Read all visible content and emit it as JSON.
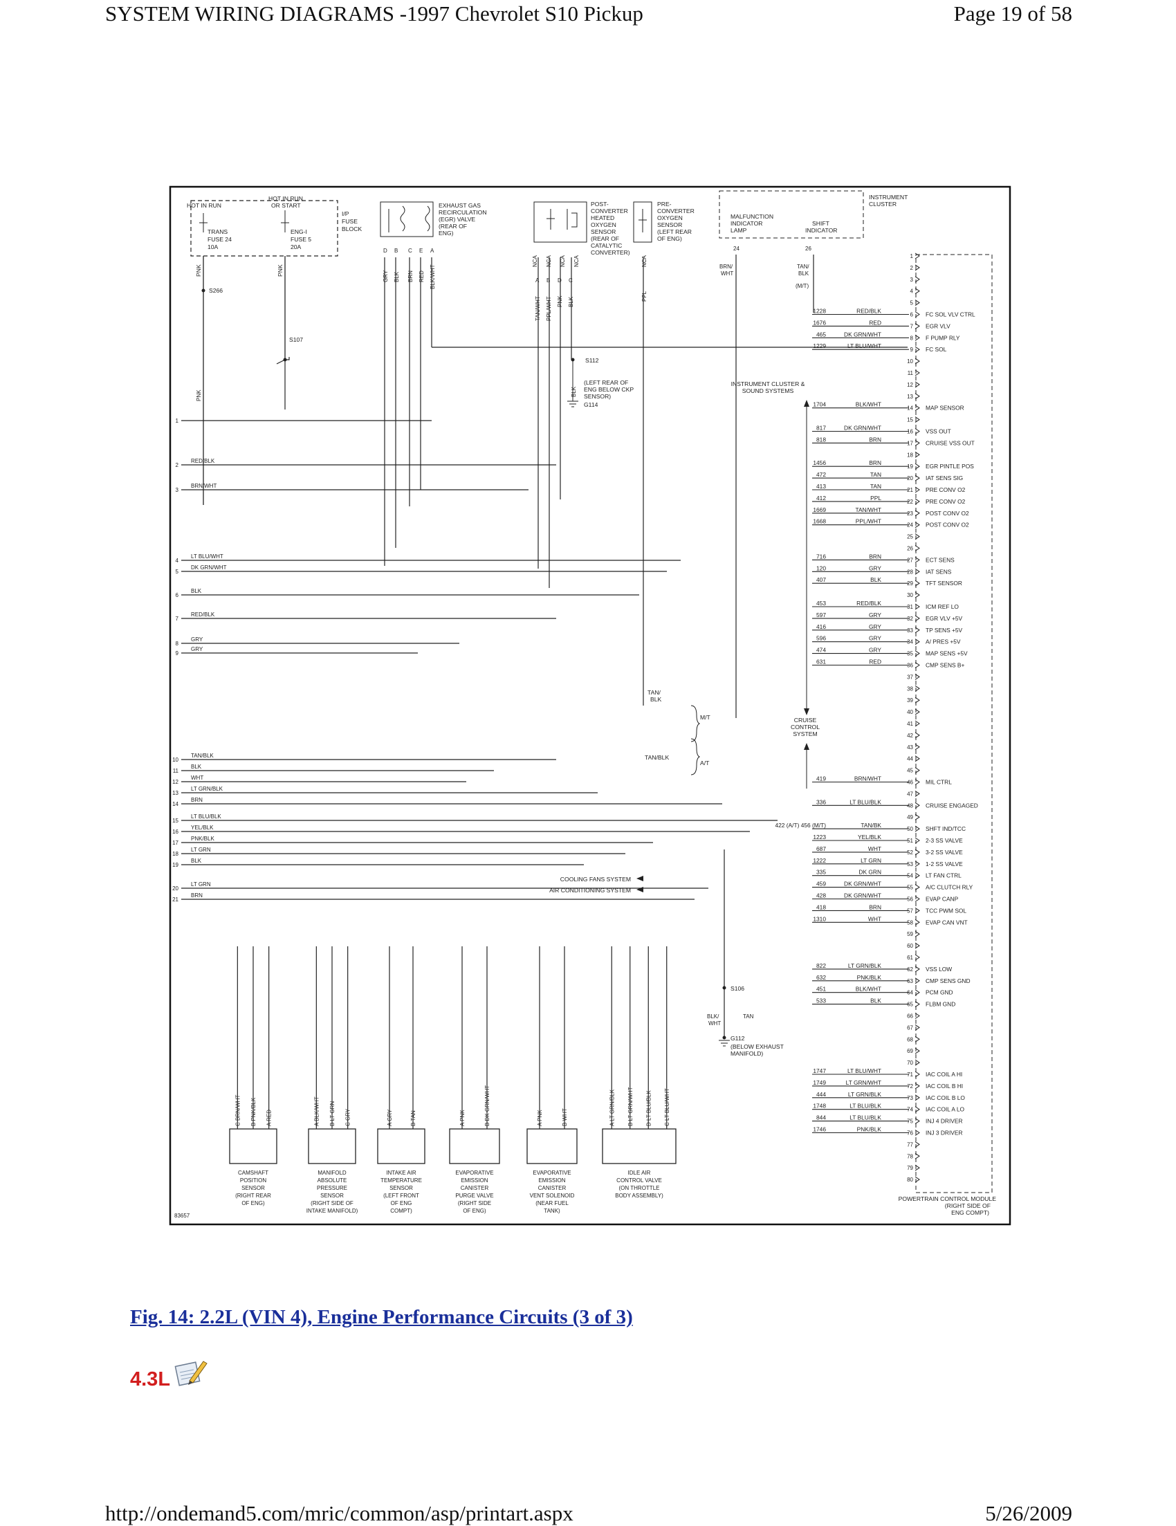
{
  "header": {
    "title": "SYSTEM WIRING DIAGRAMS -1997 Chevrolet S10 Pickup",
    "page": "Page 19 of 58"
  },
  "footer": {
    "url": "http://ondemand5.com/mric/common/asp/printart.aspx",
    "date": "5/26/2009"
  },
  "figure": {
    "caption": "Fig. 14: 2.2L (VIN 4), Engine Performance Circuits (3 of 3)",
    "next_section": "4.3L",
    "note_icon": "notepad-pencil-icon",
    "accent_caption": "#1a2f9a",
    "accent_section": "#d21e1e"
  },
  "diagram": {
    "id_code": "83657",
    "fuse_block": {
      "hot_run": "HOT IN RUN",
      "hot_run_start_1": "HOT IN RUN",
      "hot_run_start_2": "OR START",
      "fuse1_1": "TRANS",
      "fuse1_2": "FUSE 24",
      "fuse1_3": "10A",
      "fuse2_1": "ENG-I",
      "fuse2_2": "FUSE 5",
      "fuse2_3": "20A",
      "block_1": "I/P",
      "block_2": "FUSE",
      "block_3": "BLOCK",
      "wire1": "PNK",
      "wire2": "PNK",
      "splice1": "S266",
      "splice2": "S107"
    },
    "egr": {
      "l1": "EXHAUST GAS",
      "l2": "RECIRCULATION",
      "l3": "(EGR) VALVE",
      "l4": "(REAR OF",
      "l5": "ENG)",
      "pin_d": "D",
      "pin_b": "B",
      "pin_c": "C",
      "pin_e": "E",
      "pin_a": "A",
      "w_d": "GRY",
      "w_b": "BLK",
      "w_c": "BRN",
      "w_e": "RED",
      "w_a": "BLK/WHT"
    },
    "post_o2": {
      "l1": "POST-",
      "l2": "CONVERTER",
      "l3": "HEATED",
      "l4": "OXYGEN",
      "l5": "SENSOR",
      "l6": "(REAR OF",
      "l7": "CATALYTIC",
      "l8": "CONVERTER)",
      "pin_a": "A",
      "pin_b": "B",
      "pin_d": "D",
      "pin_c": "C",
      "nca": "NCA",
      "w_a": "TAN/WHT",
      "w_b": "PPL/WHT",
      "w_d": "PNK",
      "w_c": "BLK"
    },
    "pre_o2": {
      "l1": "PRE-",
      "l2": "CONVERTER",
      "l3": "OXYGEN",
      "l4": "SENSOR",
      "l5": "(LEFT REAR",
      "l6": "OF ENG)",
      "nca": "NCA",
      "w": "PPL"
    },
    "ground_g114": {
      "splice": "S112",
      "wire": "BLK",
      "l1": "(LEFT REAR OF",
      "l2": "ENG BELOW CKP",
      "l3": "SENSOR)",
      "ground": "G114"
    },
    "cluster": {
      "l1": "INSTRUMENT",
      "l2": "CLUSTER",
      "mil_1": "MALFUNCTION",
      "mil_2": "INDICATOR",
      "mil_3": "LAMP",
      "shift_1": "SHIFT",
      "shift_2": "INDICATOR",
      "pin24": "24",
      "pin26": "26",
      "w24_1": "BRN/",
      "w24_2": "WHT",
      "w26_1": "TAN/",
      "w26_2": "BLK",
      "w26_3": "(M/T)"
    },
    "inst_sound_1": "INSTRUMENT CLUSTER &",
    "inst_sound_2": "SOUND SYSTEMS",
    "cruise_1": "CRUISE",
    "cruise_2": "CONTROL",
    "cruise_3": "SYSTEM",
    "tan_blk_1": "TAN/",
    "tan_blk_2": "BLK",
    "mt": "M/T",
    "at": "A/T",
    "tan_blk_at": "TAN/BLK",
    "cooling_fans": "COOLING FANS SYSTEM",
    "air_cond": "AIR CONDITIONING SYSTEM",
    "s106": "S106",
    "g112_wire_1": "BLK/",
    "g112_wire_2": "WHT",
    "g112_tan": "TAN",
    "g112": "G112",
    "g112_loc_1": "(BELOW EXHAUST",
    "g112_loc_2": "MANIFOLD)",
    "pcm_1": "POWERTRAIN CONTROL MODULE",
    "pcm_2": "(RIGHT SIDE OF",
    "pcm_3": "ENG COMPT)",
    "left_wires": [
      {
        "num": "1",
        "color": "PNK"
      },
      {
        "num": "2",
        "color": "RED/BLK"
      },
      {
        "num": "3",
        "color": "BRN/WHT"
      },
      {
        "num": "4",
        "color": "LT BLU/WHT"
      },
      {
        "num": "5",
        "color": "DK GRN/WHT"
      },
      {
        "num": "6",
        "color": "BLK"
      },
      {
        "num": "7",
        "color": "RED/BLK"
      },
      {
        "num": "8",
        "color": "GRY"
      },
      {
        "num": "9",
        "color": "GRY"
      },
      {
        "num": "10",
        "color": "TAN/BLK"
      },
      {
        "num": "11",
        "color": "BLK"
      },
      {
        "num": "12",
        "color": "WHT"
      },
      {
        "num": "13",
        "color": "LT GRN/BLK"
      },
      {
        "num": "14",
        "color": "BRN"
      },
      {
        "num": "15",
        "color": "LT BLU/BLK"
      },
      {
        "num": "16",
        "color": "YEL/BLK"
      },
      {
        "num": "17",
        "color": "PNK/BLK"
      },
      {
        "num": "18",
        "color": "LT GRN"
      },
      {
        "num": "19",
        "color": "BLK"
      },
      {
        "num": "20",
        "color": "LT GRN"
      },
      {
        "num": "21",
        "color": "BRN"
      }
    ],
    "pcm_pins": [
      {
        "pin": "1",
        "circuit": "",
        "color": "",
        "function": ""
      },
      {
        "pin": "2",
        "circuit": "",
        "color": "",
        "function": ""
      },
      {
        "pin": "3",
        "circuit": "",
        "color": "",
        "function": ""
      },
      {
        "pin": "4",
        "circuit": "",
        "color": "",
        "function": ""
      },
      {
        "pin": "5",
        "circuit": "",
        "color": "",
        "function": ""
      },
      {
        "pin": "6",
        "circuit": "1228",
        "color": "RED/BLK",
        "function": "FC SOL VLV CTRL"
      },
      {
        "pin": "7",
        "circuit": "1676",
        "color": "RED",
        "function": "EGR VLV"
      },
      {
        "pin": "8",
        "circuit": "465",
        "color": "DK GRN/WHT",
        "function": "F PUMP RLY"
      },
      {
        "pin": "9",
        "circuit": "1229",
        "color": "LT BLU/WHT",
        "function": "FC SOL"
      },
      {
        "pin": "10",
        "circuit": "",
        "color": "",
        "function": ""
      },
      {
        "pin": "11",
        "circuit": "",
        "color": "",
        "function": ""
      },
      {
        "pin": "12",
        "circuit": "",
        "color": "",
        "function": ""
      },
      {
        "pin": "13",
        "circuit": "",
        "color": "",
        "function": ""
      },
      {
        "pin": "14",
        "circuit": "1704",
        "color": "BLK/WHT",
        "function": "MAP SENSOR"
      },
      {
        "pin": "15",
        "circuit": "",
        "color": "",
        "function": ""
      },
      {
        "pin": "16",
        "circuit": "817",
        "color": "DK GRN/WHT",
        "function": "VSS OUT"
      },
      {
        "pin": "17",
        "circuit": "818",
        "color": "BRN",
        "function": "CRUISE VSS OUT"
      },
      {
        "pin": "18",
        "circuit": "",
        "color": "",
        "function": ""
      },
      {
        "pin": "19",
        "circuit": "1456",
        "color": "BRN",
        "function": "EGR PINTLE POS"
      },
      {
        "pin": "20",
        "circuit": "472",
        "color": "TAN",
        "function": "IAT SENS SIG"
      },
      {
        "pin": "21",
        "circuit": "413",
        "color": "TAN",
        "function": "PRE CONV O2"
      },
      {
        "pin": "22",
        "circuit": "412",
        "color": "PPL",
        "function": "PRE CONV O2"
      },
      {
        "pin": "23",
        "circuit": "1669",
        "color": "TAN/WHT",
        "function": "POST CONV O2"
      },
      {
        "pin": "24",
        "circuit": "1668",
        "color": "PPL/WHT",
        "function": "POST CONV O2"
      },
      {
        "pin": "25",
        "circuit": "",
        "color": "",
        "function": ""
      },
      {
        "pin": "26",
        "circuit": "",
        "color": "",
        "function": ""
      },
      {
        "pin": "27",
        "circuit": "716",
        "color": "BRN",
        "function": "ECT SENS"
      },
      {
        "pin": "28",
        "circuit": "120",
        "color": "GRY",
        "function": "IAT SENS"
      },
      {
        "pin": "29",
        "circuit": "407",
        "color": "BLK",
        "function": "TFT SENSOR"
      },
      {
        "pin": "30",
        "circuit": "",
        "color": "",
        "function": ""
      },
      {
        "pin": "31",
        "circuit": "453",
        "color": "RED/BLK",
        "function": "ICM REF LO"
      },
      {
        "pin": "32",
        "circuit": "597",
        "color": "GRY",
        "function": "EGR VLV +5V"
      },
      {
        "pin": "33",
        "circuit": "416",
        "color": "GRY",
        "function": "TP SENS +5V"
      },
      {
        "pin": "34",
        "circuit": "596",
        "color": "GRY",
        "function": "A/ PRES +5V"
      },
      {
        "pin": "35",
        "circuit": "474",
        "color": "GRY",
        "function": "MAP SENS +5V"
      },
      {
        "pin": "36",
        "circuit": "631",
        "color": "RED",
        "function": "CMP SENS B+"
      },
      {
        "pin": "37",
        "circuit": "",
        "color": "",
        "function": ""
      },
      {
        "pin": "38",
        "circuit": "",
        "color": "",
        "function": ""
      },
      {
        "pin": "39",
        "circuit": "",
        "color": "",
        "function": ""
      },
      {
        "pin": "40",
        "circuit": "",
        "color": "",
        "function": ""
      },
      {
        "pin": "41",
        "circuit": "",
        "color": "",
        "function": ""
      },
      {
        "pin": "42",
        "circuit": "",
        "color": "",
        "function": ""
      },
      {
        "pin": "43",
        "circuit": "",
        "color": "",
        "function": ""
      },
      {
        "pin": "44",
        "circuit": "",
        "color": "",
        "function": ""
      },
      {
        "pin": "45",
        "circuit": "",
        "color": "",
        "function": ""
      },
      {
        "pin": "46",
        "circuit": "419",
        "color": "BRN/WHT",
        "function": "MIL CTRL"
      },
      {
        "pin": "47",
        "circuit": "",
        "color": "",
        "function": ""
      },
      {
        "pin": "48",
        "circuit": "336",
        "color": "LT BLU/BLK",
        "function": "CRUISE ENGAGED"
      },
      {
        "pin": "49",
        "circuit": "",
        "color": "",
        "function": ""
      },
      {
        "pin": "50",
        "circuit": "422 (A/T)   456 (M/T)",
        "color": "TAN/BK",
        "function": "SHFT IND/TCC"
      },
      {
        "pin": "51",
        "circuit": "1223",
        "color": "YEL/BLK",
        "function": "2-3 SS VALVE"
      },
      {
        "pin": "52",
        "circuit": "687",
        "color": "WHT",
        "function": "3-2 SS VALVE"
      },
      {
        "pin": "53",
        "circuit": "1222",
        "color": "LT GRN",
        "function": "1-2 SS VALVE"
      },
      {
        "pin": "54",
        "circuit": "335",
        "color": "DK GRN",
        "function": "LT FAN CTRL"
      },
      {
        "pin": "55",
        "circuit": "459",
        "color": "DK GRN/WHT",
        "function": "A/C CLUTCH RLY"
      },
      {
        "pin": "56",
        "circuit": "428",
        "color": "DK GRN/WHT",
        "function": "EVAP CANP"
      },
      {
        "pin": "57",
        "circuit": "418",
        "color": "BRN",
        "function": "TCC PWM SOL"
      },
      {
        "pin": "58",
        "circuit": "1310",
        "color": "WHT",
        "function": "EVAP CAN VNT"
      },
      {
        "pin": "59",
        "circuit": "",
        "color": "",
        "function": ""
      },
      {
        "pin": "60",
        "circuit": "",
        "color": "",
        "function": ""
      },
      {
        "pin": "61",
        "circuit": "",
        "color": "",
        "function": ""
      },
      {
        "pin": "62",
        "circuit": "822",
        "color": "LT GRN/BLK",
        "function": "VSS LOW"
      },
      {
        "pin": "63",
        "circuit": "632",
        "color": "PNK/BLK",
        "function": "CMP SENS GND"
      },
      {
        "pin": "64",
        "circuit": "451",
        "color": "BLK/WHT",
        "function": "PCM GND"
      },
      {
        "pin": "65",
        "circuit": "533",
        "color": "BLK",
        "function": "FLBM GND"
      },
      {
        "pin": "66",
        "circuit": "",
        "color": "",
        "function": ""
      },
      {
        "pin": "67",
        "circuit": "",
        "color": "",
        "function": ""
      },
      {
        "pin": "68",
        "circuit": "",
        "color": "",
        "function": ""
      },
      {
        "pin": "69",
        "circuit": "",
        "color": "",
        "function": ""
      },
      {
        "pin": "70",
        "circuit": "",
        "color": "",
        "function": ""
      },
      {
        "pin": "71",
        "circuit": "1747",
        "color": "LT BLU/WHT",
        "function": "IAC COIL A HI"
      },
      {
        "pin": "72",
        "circuit": "1749",
        "color": "LT GRN/WHT",
        "function": "IAC COIL B HI"
      },
      {
        "pin": "73",
        "circuit": "444",
        "color": "LT GRN/BLK",
        "function": "IAC COIL B LO"
      },
      {
        "pin": "74",
        "circuit": "1748",
        "color": "LT BLU/BLK",
        "function": "IAC COIL A LO"
      },
      {
        "pin": "75",
        "circuit": "844",
        "color": "LT BLU/BLK",
        "function": "INJ 4 DRIVER"
      },
      {
        "pin": "76",
        "circuit": "1746",
        "color": "PNK/BLK",
        "function": "INJ 3 DRIVER"
      },
      {
        "pin": "77",
        "circuit": "",
        "color": "",
        "function": ""
      },
      {
        "pin": "78",
        "circuit": "",
        "color": "",
        "function": ""
      },
      {
        "pin": "79",
        "circuit": "",
        "color": "",
        "function": ""
      },
      {
        "pin": "80",
        "circuit": "",
        "color": "",
        "function": ""
      }
    ],
    "components": [
      {
        "pins": [
          "C BRN/WHT",
          "B PNK/BLK",
          "A RED"
        ],
        "l1": "CAMSHAFT",
        "l2": "POSITION",
        "l3": "SENSOR",
        "l4": "(RIGHT REAR",
        "l5": "OF ENG)"
      },
      {
        "pins": [
          "A BLK/WHT",
          "B LT GRN",
          "C GRY"
        ],
        "l1": "MANIFOLD",
        "l2": "ABSOLUTE",
        "l3": "PRESSURE",
        "l4": "SENSOR",
        "l5": "(RIGHT SIDE OF",
        "l6": "INTAKE MANIFOLD)"
      },
      {
        "pins": [
          "A GRY",
          "B TAN"
        ],
        "l1": "INTAKE AIR",
        "l2": "TEMPERATURE",
        "l3": "SENSOR",
        "l4": "(LEFT FRONT",
        "l5": "OF ENG",
        "l6": "COMPT)"
      },
      {
        "pins": [
          "A PNK",
          "B DK GRN/WHT"
        ],
        "l1": "EVAPORATIVE",
        "l2": "EMISSION",
        "l3": "CANISTER",
        "l4": "PURGE VALVE",
        "l5": "(RIGHT SIDE",
        "l6": "OF ENG)"
      },
      {
        "pins": [
          "A PNK",
          "B WHT"
        ],
        "l1": "EVAPORATIVE",
        "l2": "EMISSION",
        "l3": "CANISTER",
        "l4": "VENT SOLENOID",
        "l5": "(NEAR FUEL",
        "l6": "TANK)"
      },
      {
        "pins": [
          "A LT GRN/BLK",
          "B LT GRN/WHT",
          "D LT BLU/BLK",
          "C LT BLU/WHT"
        ],
        "l1": "IDLE AIR",
        "l2": "CONTROL VALVE",
        "l3": "(ON THROTTLE",
        "l4": "BODY ASSEMBLY)"
      }
    ]
  }
}
